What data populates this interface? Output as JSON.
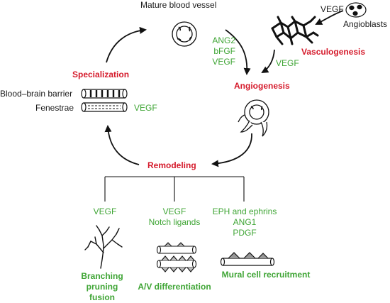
{
  "top": {
    "mature_vessel": "Mature blood vessel",
    "vegf_source": "VEGF",
    "angioblasts": "Angioblasts"
  },
  "stages": {
    "vasculogenesis": "Vasculogenesis",
    "angiogenesis": "Angiogenesis",
    "specialization": "Specialization",
    "remodeling": "Remodeling"
  },
  "factors": {
    "maturation": [
      "ANG2",
      "bFGF",
      "VEGF"
    ],
    "vasculogenesis_to_angiogenesis": "VEGF",
    "fenestrae": "VEGF"
  },
  "specialization_types": {
    "bbb": "Blood–brain barrier",
    "fenestrae": "Fenestrae"
  },
  "branches": [
    {
      "factors": [
        "VEGF"
      ],
      "outcome": [
        "Branching",
        "pruning",
        "fusion"
      ]
    },
    {
      "factors": [
        "VEGF",
        "Notch ligands"
      ],
      "outcome": [
        "A/V differentiation"
      ]
    },
    {
      "factors": [
        "EPH and ephrins",
        "ANG1",
        "PDGF"
      ],
      "outcome": [
        "Mural cell recruitment"
      ]
    }
  ],
  "colors": {
    "stage": "#d51a2b",
    "factor": "#3fa535",
    "text": "#1a1a1a"
  },
  "icons": [
    "mature-vessel-icon",
    "angioblast-cells-icon",
    "vascular-plexus-icon",
    "sprouting-vessel-icon",
    "bbb-vessel-icon",
    "fenestrated-vessel-icon",
    "branching-tree-icon",
    "av-vessels-icon",
    "mural-cell-vessel-icon"
  ]
}
